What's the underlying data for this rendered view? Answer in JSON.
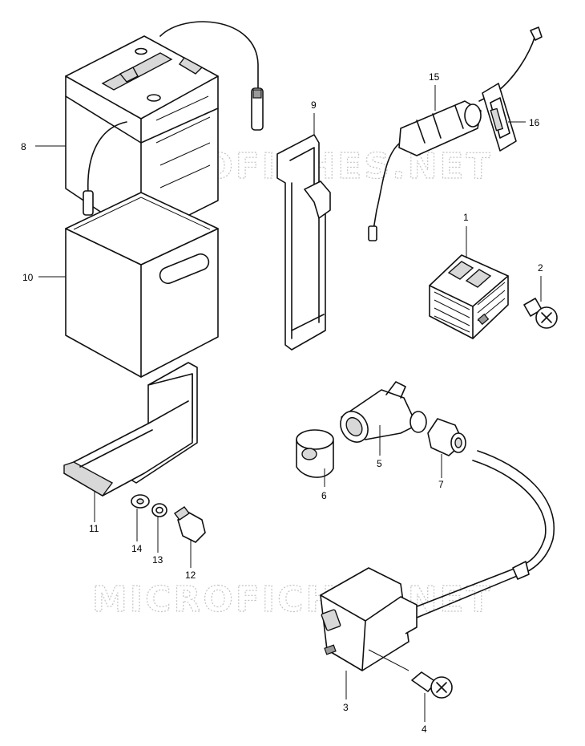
{
  "watermark": "MICROFICHES.NET",
  "callouts": [
    {
      "id": "1",
      "part": "regulator"
    },
    {
      "id": "2",
      "part": "screw"
    },
    {
      "id": "3",
      "part": "ignition-coil"
    },
    {
      "id": "4",
      "part": "screw"
    },
    {
      "id": "5",
      "part": "plug-cap"
    },
    {
      "id": "6",
      "part": "cushion"
    },
    {
      "id": "7",
      "part": "seal"
    },
    {
      "id": "8",
      "part": "battery"
    },
    {
      "id": "9",
      "part": "battery-band"
    },
    {
      "id": "10",
      "part": "battery-case"
    },
    {
      "id": "11",
      "part": "battery-holder"
    },
    {
      "id": "12",
      "part": "bolt"
    },
    {
      "id": "13",
      "part": "lock-washer"
    },
    {
      "id": "14",
      "part": "washer"
    },
    {
      "id": "15",
      "part": "fuse-holder"
    },
    {
      "id": "16",
      "part": "fuse"
    }
  ]
}
